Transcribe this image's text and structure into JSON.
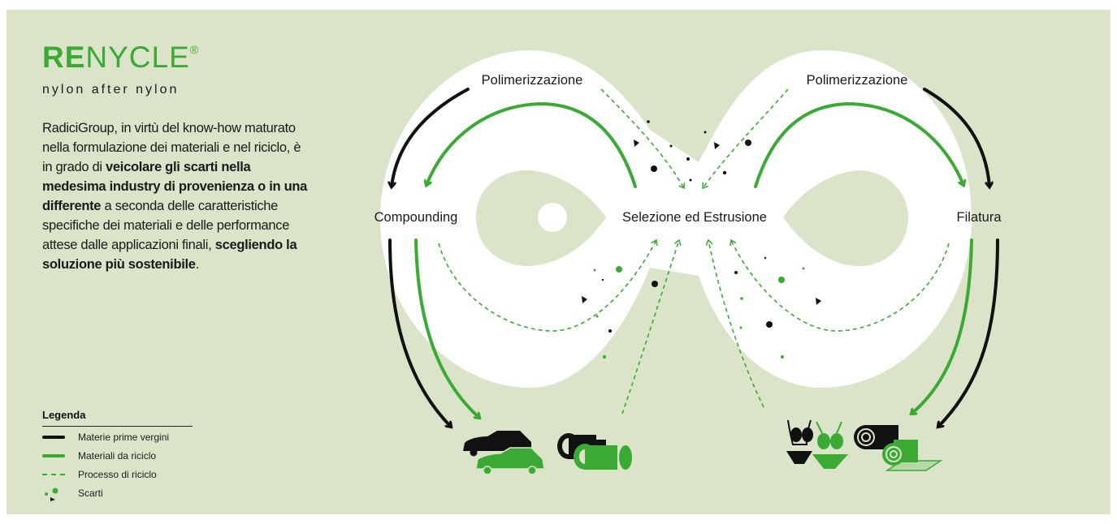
{
  "brand": {
    "part1": "RE",
    "part2": "NYCLE",
    "reg": "®",
    "tagline": "nylon after nylon"
  },
  "description": {
    "text1": "RadiciGroup, in virtù del know-how maturato nella formulazione dei materiali e nel riciclo, è in grado di ",
    "bold1": "veicolare gli scarti nella medesima industry di provenienza o in una differente",
    "text2": " a seconda delle caratteristiche specifiche dei materiali e delle performance attese dalle applicazioni finali, ",
    "bold2": "scegliendo la soluzione più sostenibile",
    "text3": "."
  },
  "legend": {
    "title": "Legenda",
    "items": [
      {
        "label": "Materie prime vergini",
        "style": "solid-black"
      },
      {
        "label": "Materiali da riciclo",
        "style": "solid-green"
      },
      {
        "label": "Processo di riciclo",
        "style": "dashed-green"
      },
      {
        "label": "Scarti",
        "style": "dots"
      }
    ]
  },
  "nodes": {
    "polimerizzazione_left": "Polimerizzazione",
    "polimerizzazione_right": "Polimerizzazione",
    "compounding": "Compounding",
    "selezione": "Selezione ed Estrusione",
    "filatura": "Filatura"
  },
  "icons": [
    "car-icon",
    "connector-icon",
    "swimwear-icon",
    "carpet-roll-icon"
  ],
  "colors": {
    "green": "#3aaa35",
    "black": "#111111",
    "background": "#dbe4c9",
    "loop": "#ffffff"
  }
}
